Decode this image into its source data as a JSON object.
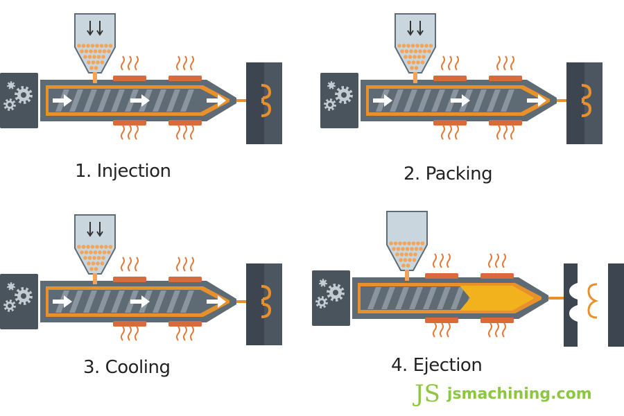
{
  "panels": [
    {
      "caption": "1. Injection"
    },
    {
      "caption": "2. Packing"
    },
    {
      "caption": "3. Cooling"
    },
    {
      "caption": "4. Ejection"
    }
  ],
  "brand": {
    "logo": "JS",
    "site": "jsmachining.com"
  },
  "colors": {
    "barrel": "#5e6a74",
    "screw": "#8a95a0",
    "melt": "#e8902b",
    "heater": "#d96b3a",
    "hopper": "#c9d6dd",
    "pellet": "#f0a55a",
    "mold": "#3d4650",
    "heatwave": "#e07a3a",
    "part": "#f2b21d",
    "brand": "#8dc63f"
  },
  "icons": [
    "gear-icon",
    "arrow-down-icon",
    "arrow-right-icon",
    "heat-wave-icon",
    "mold-icon"
  ]
}
